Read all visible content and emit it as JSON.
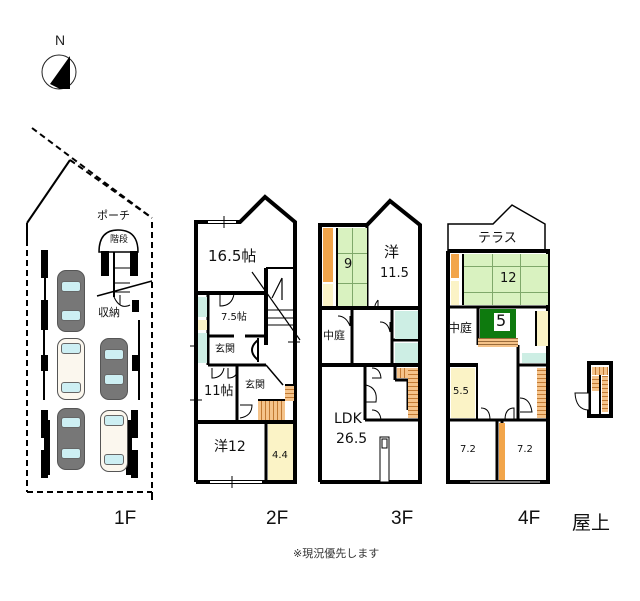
{
  "compass": {
    "label": "N",
    "icon": "north-arrow-icon"
  },
  "colors": {
    "wall": "#000000",
    "tatami": "#d9f2c0",
    "closet_orange": "#f2a54a",
    "storage_yellow": "#fbf3c6",
    "wet_area_mint": "#cdeee4",
    "stairs_tan": "#f5c38a",
    "dark_green": "#0e7a0e",
    "car_dark": "#777777",
    "car_light": "#fbf7ee"
  },
  "floors": [
    {
      "id": "1F",
      "label": "1F",
      "rooms": [
        {
          "name": "porch",
          "label": "ポーチ"
        },
        {
          "name": "stairs",
          "label": "階段"
        },
        {
          "name": "storage",
          "label": "収納"
        }
      ],
      "parking_spaces": 6
    },
    {
      "id": "2F",
      "label": "2F",
      "rooms": [
        {
          "name": "room-16-5",
          "label": "16.5帖"
        },
        {
          "name": "room-7-5",
          "label": "7.5帖"
        },
        {
          "name": "entrance-1",
          "label": "玄関"
        },
        {
          "name": "room-11",
          "label": "11帖"
        },
        {
          "name": "entrance-2",
          "label": "玄関"
        },
        {
          "name": "western-12",
          "label": "洋12"
        },
        {
          "name": "room-4-4",
          "label": "4.4"
        }
      ]
    },
    {
      "id": "3F",
      "label": "3F",
      "rooms": [
        {
          "name": "tatami-9",
          "label": "9"
        },
        {
          "name": "western-11-5-title",
          "label": "洋"
        },
        {
          "name": "western-11-5-size",
          "label": "11.5"
        },
        {
          "name": "courtyard",
          "label": "中庭"
        },
        {
          "name": "ldk-title",
          "label": "LDK"
        },
        {
          "name": "ldk-size",
          "label": "26.5"
        }
      ]
    },
    {
      "id": "4F",
      "label": "4F",
      "rooms": [
        {
          "name": "terrace",
          "label": "テラス"
        },
        {
          "name": "tatami-12",
          "label": "12"
        },
        {
          "name": "courtyard",
          "label": "中庭"
        },
        {
          "name": "room-5",
          "label": "5"
        },
        {
          "name": "room-5-5",
          "label": "5.5"
        },
        {
          "name": "room-7-2-a",
          "label": "7.2"
        },
        {
          "name": "room-7-2-b",
          "label": "7.2"
        }
      ]
    },
    {
      "id": "RF",
      "label": "屋上",
      "rooms": []
    }
  ],
  "footnote": "※現況優先します"
}
